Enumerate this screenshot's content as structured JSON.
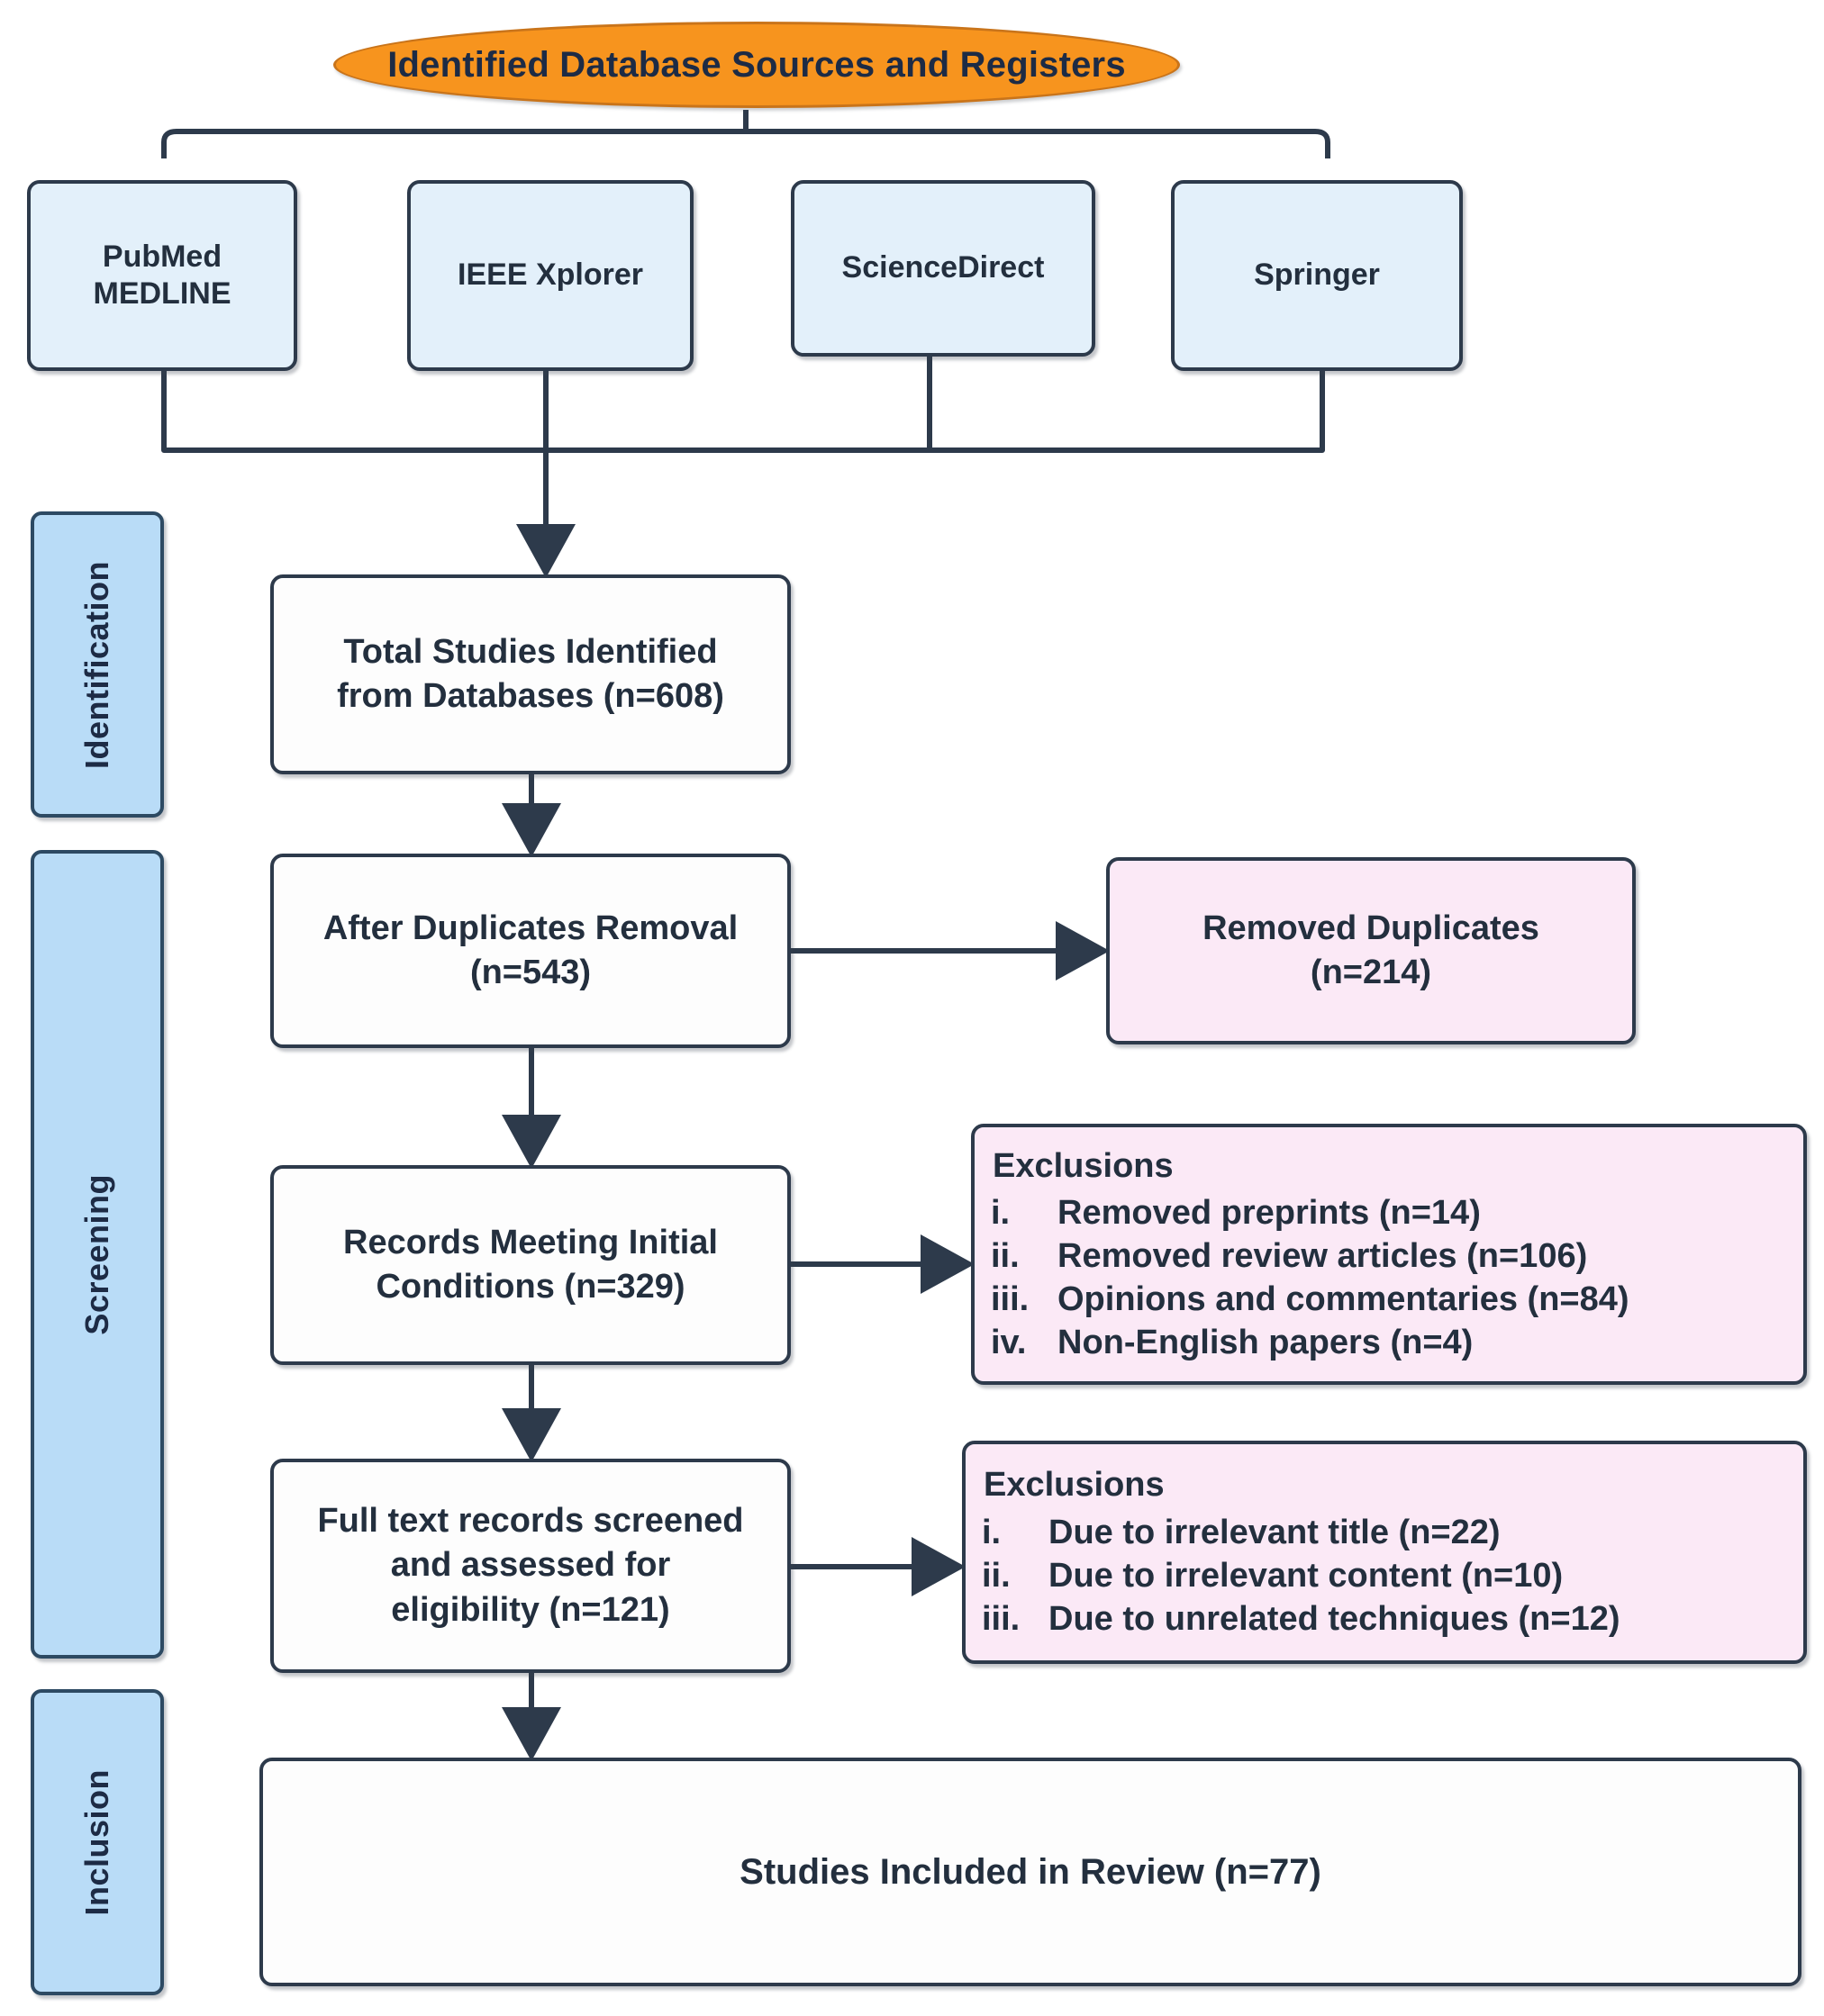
{
  "diagram": {
    "title": "Identified Database Sources and Registers",
    "colors": {
      "title_fill": "#f7941e",
      "source_fill": "#e3f0fa",
      "stage_fill": "#b9dcf7",
      "flow_fill": "#fdfdfd",
      "exclusion_fill": "#fbe9f6",
      "stroke": "#2d3a4b",
      "text": "#232f3e"
    }
  },
  "sources": [
    {
      "label_line1": "PubMed",
      "label_line2": "MEDLINE"
    },
    {
      "label_line1": "IEEE Xplorer",
      "label_line2": ""
    },
    {
      "label_line1": "ScienceDirect",
      "label_line2": ""
    },
    {
      "label_line1": "Springer",
      "label_line2": ""
    }
  ],
  "stages": [
    {
      "label": "Identification"
    },
    {
      "label": "Screening"
    },
    {
      "label": "Inclusion"
    }
  ],
  "flow": {
    "total_identified": {
      "line1": "Total Studies Identified",
      "line2": "from Databases (n=608)",
      "count": 608
    },
    "after_duplicates": {
      "line1": "After Duplicates Removal",
      "line2": "(n=543)",
      "count": 543
    },
    "initial_conditions": {
      "line1": "Records Meeting Initial",
      "line2": "Conditions (n=329)",
      "count": 329
    },
    "full_text": {
      "line1": "Full text records screened",
      "line2": "and assessed for",
      "line3": "eligibility (n=121)",
      "count": 121
    },
    "included": {
      "label": "Studies Included in Review  (n=77)",
      "count": 77
    }
  },
  "exclusions": {
    "removed_duplicates": {
      "line1": "Removed Duplicates",
      "line2": "(n=214)",
      "count": 214
    },
    "screening": {
      "heading": "Exclusions",
      "items": [
        {
          "num": "i.",
          "text": "Removed preprints (n=14)",
          "count": 14
        },
        {
          "num": "ii.",
          "text": "Removed review articles (n=106)",
          "count": 106
        },
        {
          "num": "iii.",
          "text": "Opinions and commentaries (n=84)",
          "count": 84
        },
        {
          "num": "iv.",
          "text": "Non-English papers (n=4)",
          "count": 4
        }
      ]
    },
    "eligibility": {
      "heading": "Exclusions",
      "items": [
        {
          "num": "i.",
          "text": "Due to irrelevant title (n=22)",
          "count": 22
        },
        {
          "num": "ii.",
          "text": "Due to irrelevant content (n=10)",
          "count": 10
        },
        {
          "num": "iii.",
          "text": "Due to unrelated techniques (n=12)",
          "count": 12
        }
      ]
    }
  }
}
